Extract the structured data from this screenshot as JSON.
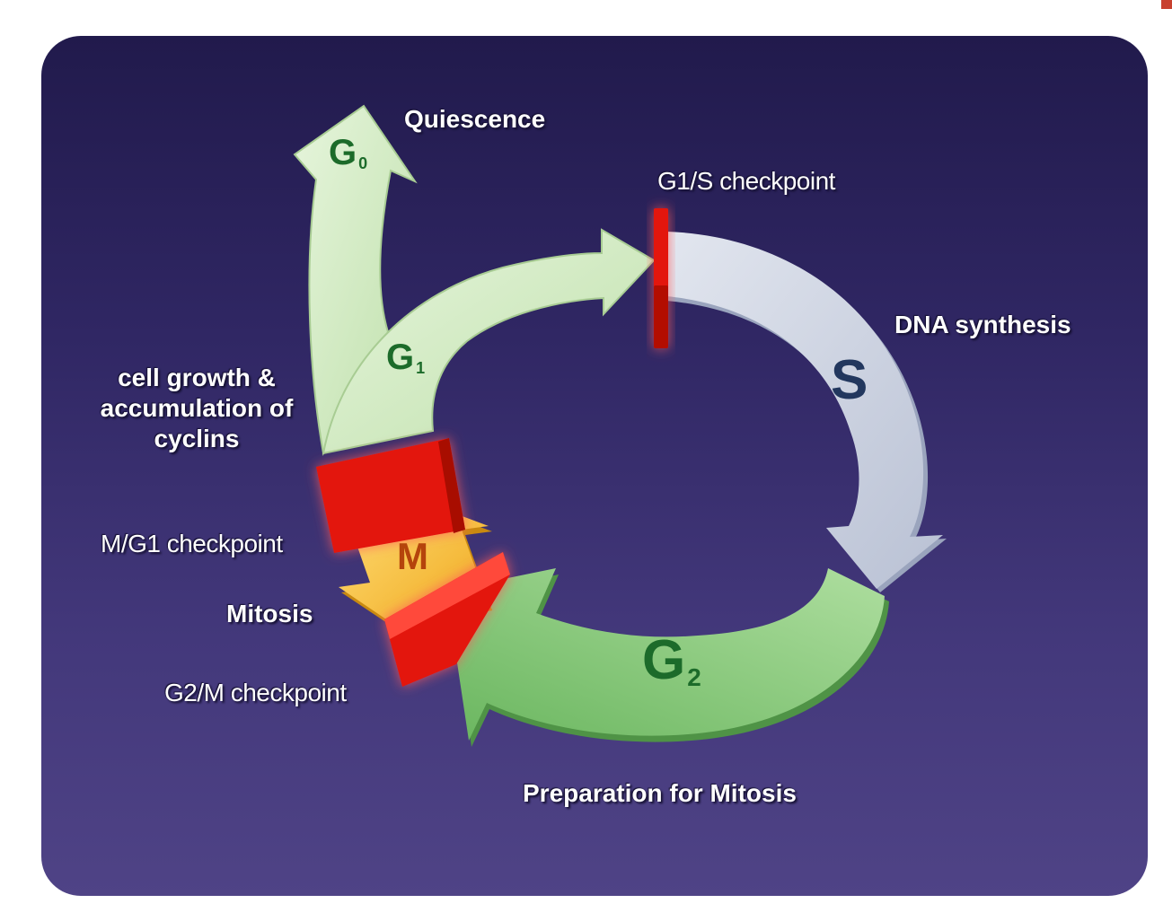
{
  "labels": {
    "quiescence": "Quiescence",
    "g1s_checkpoint": "G1/S checkpoint",
    "dna_synthesis": "DNA synthesis",
    "cell_growth": "cell growth & accumulation of cyclins",
    "mg1_checkpoint": "M/G1 checkpoint",
    "mitosis": "Mitosis",
    "g2m_checkpoint": "G2/M checkpoint",
    "prep_mitosis": "Preparation for Mitosis"
  },
  "phases": {
    "g0": {
      "letter": "G",
      "sub": "0"
    },
    "g1": {
      "letter": "G",
      "sub": "1"
    },
    "s": {
      "letter": "S"
    },
    "g2": {
      "letter": "G",
      "sub": "2"
    },
    "m": {
      "letter": "M"
    }
  },
  "colors": {
    "background_top": "#211a4c",
    "background_bottom": "#4f4386",
    "g1_arrow": "#d7efc8",
    "s_arrow": "#d3d8e4",
    "g2_arrow": "#8fcf86",
    "m_arrow": "#f6c330",
    "checkpoint": "#e3120b",
    "phase_text_green": "#1c6b2a",
    "phase_text_blue": "#22375e"
  }
}
